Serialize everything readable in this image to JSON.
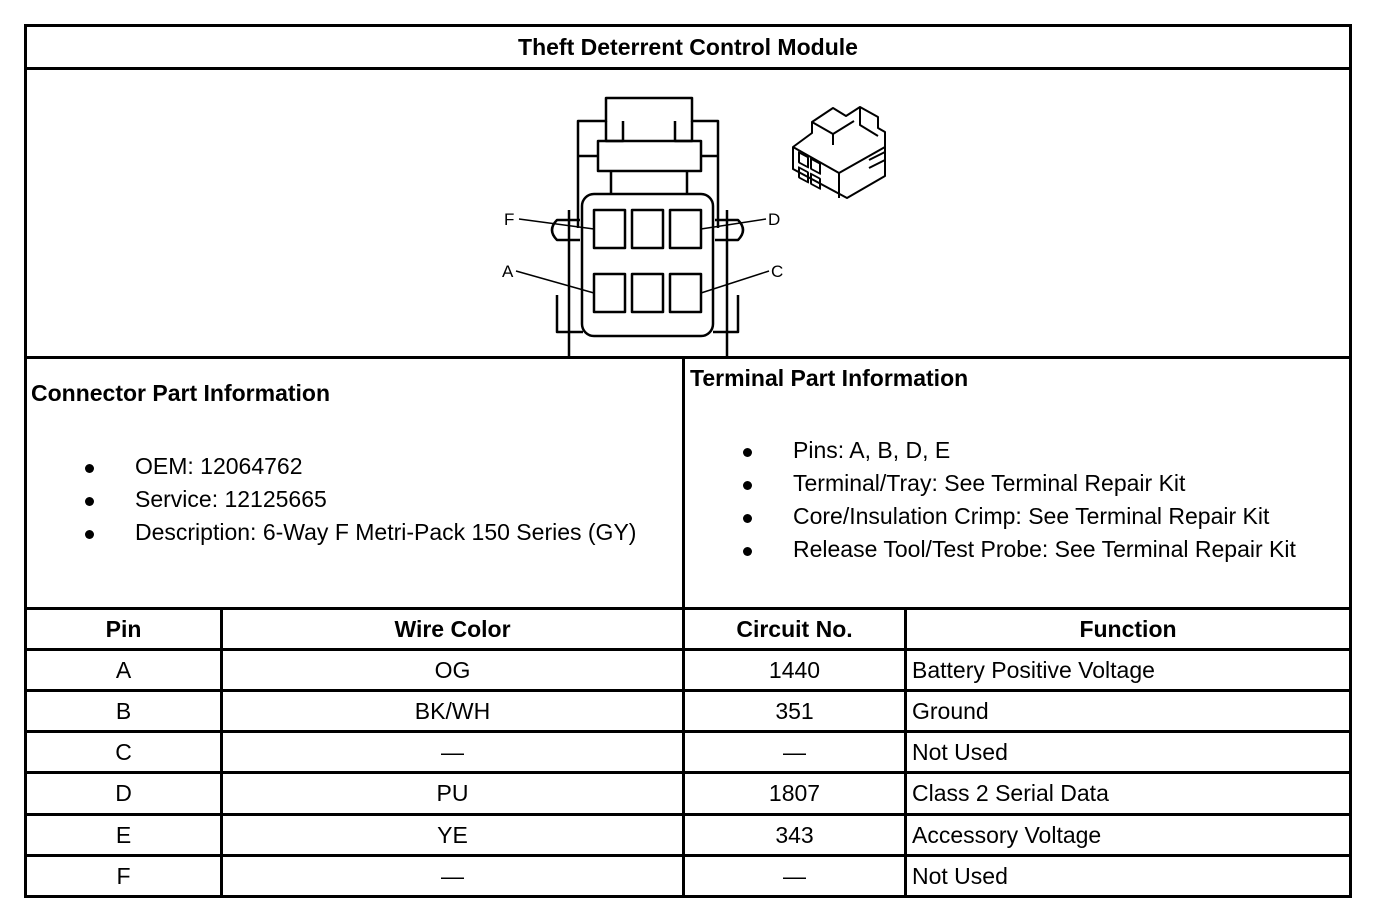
{
  "title": "Theft Deterrent Control Module",
  "connector_labels": {
    "f": "F",
    "d": "D",
    "a": "A",
    "c": "C"
  },
  "connector_info": {
    "heading": "Connector Part Information",
    "items": [
      "OEM: 12064762",
      "Service: 12125665",
      "Description: 6-Way F Metri-Pack 150 Series (GY)"
    ]
  },
  "terminal_info": {
    "heading": "Terminal Part Information",
    "items": [
      "Pins: A, B, D, E",
      "Terminal/Tray: See Terminal Repair Kit",
      "Core/Insulation Crimp: See Terminal Repair Kit",
      "Release Tool/Test Probe: See Terminal Repair Kit"
    ]
  },
  "pin_table": {
    "headers": [
      "Pin",
      "Wire Color",
      "Circuit No.",
      "Function"
    ],
    "rows": [
      [
        "A",
        "OG",
        "1440",
        "Battery Positive Voltage"
      ],
      [
        "B",
        "BK/WH",
        "351",
        "Ground"
      ],
      [
        "C",
        "—",
        "—",
        "Not Used"
      ],
      [
        "D",
        "PU",
        "1807",
        "Class 2 Serial Data"
      ],
      [
        "E",
        "YE",
        "343",
        "Accessory Voltage"
      ],
      [
        "F",
        "—",
        "—",
        "Not Used"
      ]
    ]
  }
}
